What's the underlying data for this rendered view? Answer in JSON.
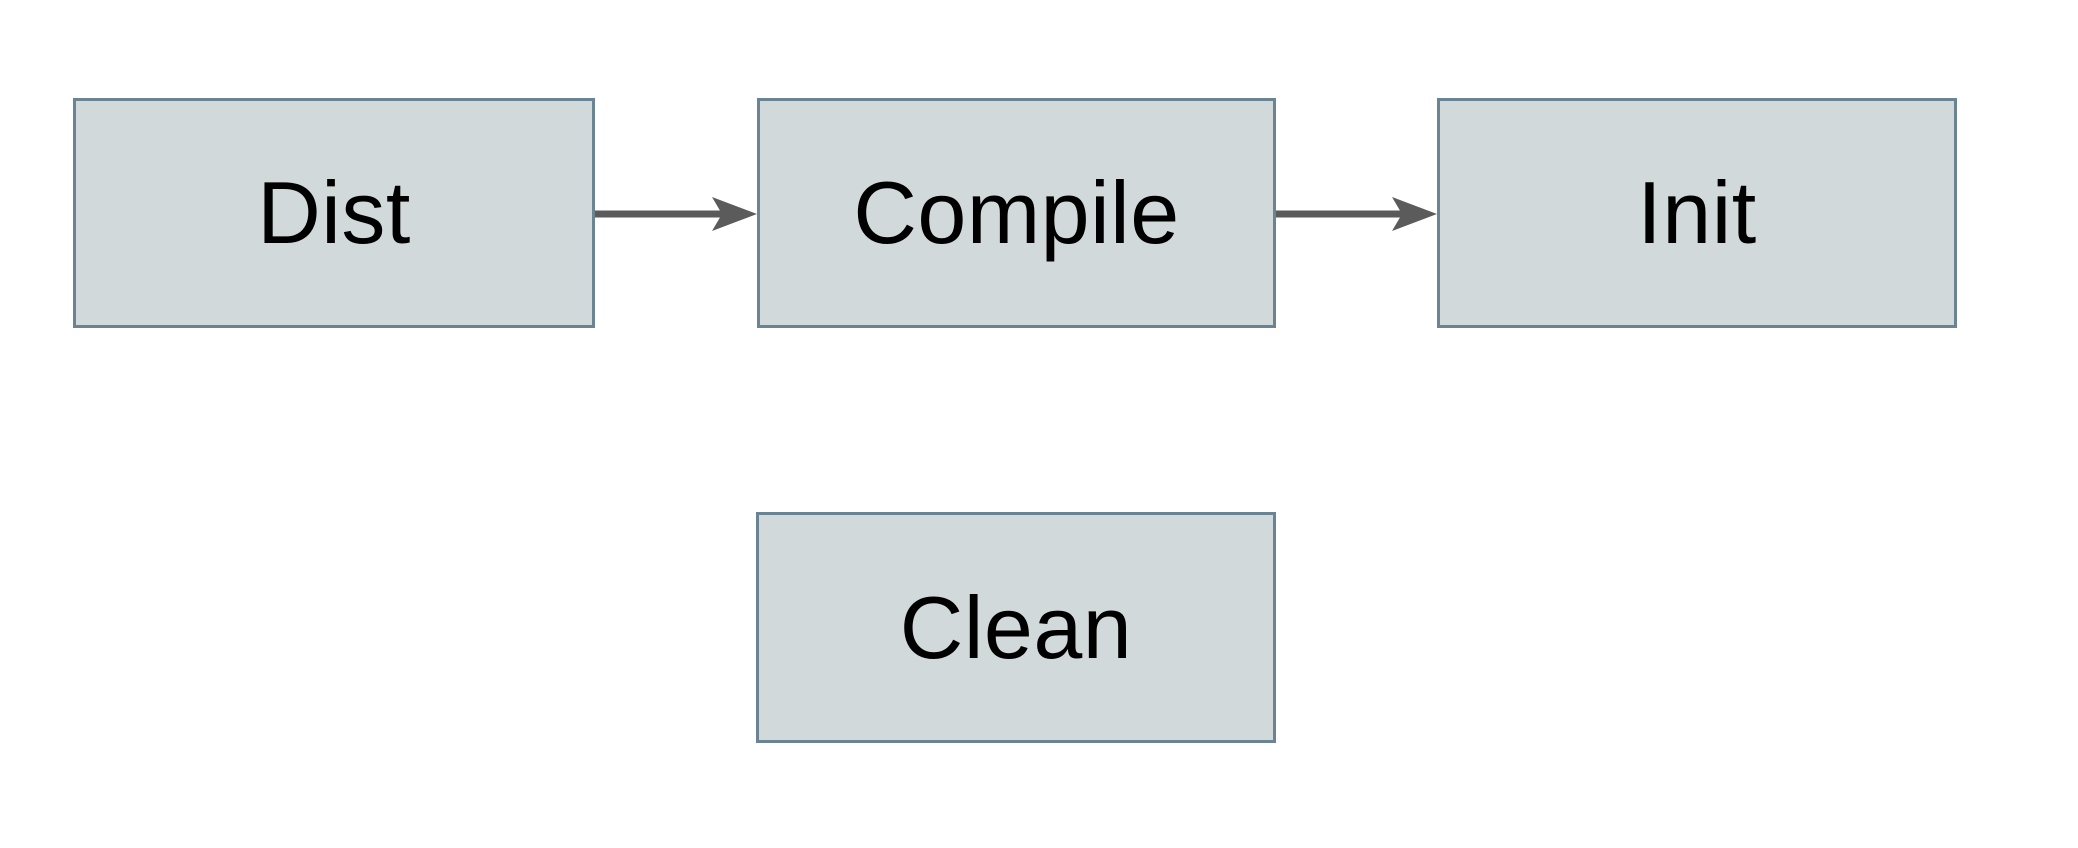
{
  "diagram": {
    "type": "flowchart",
    "nodes": [
      {
        "id": "dist",
        "label": "Dist"
      },
      {
        "id": "compile",
        "label": "Compile"
      },
      {
        "id": "init",
        "label": "Init"
      },
      {
        "id": "clean",
        "label": "Clean"
      }
    ],
    "edges": [
      {
        "from": "dist",
        "to": "compile",
        "style": "solid-arrow",
        "direction": "right"
      },
      {
        "from": "compile",
        "to": "init",
        "style": "solid-arrow",
        "direction": "right"
      }
    ],
    "colors": {
      "canvas_background": "#ffffff",
      "node_fill": "#d2d9db",
      "node_border": "#6b8494",
      "arrow": "#5b5b5b",
      "label_text": "#000000"
    }
  }
}
